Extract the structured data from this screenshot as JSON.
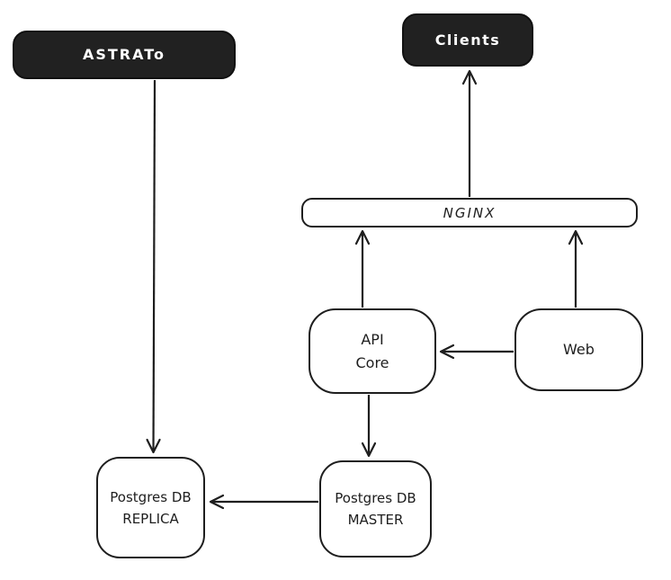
{
  "diagram": {
    "background_color": "#ffffff",
    "stroke_color": "#1e1e1e",
    "dark_node_fill": "#212121",
    "dark_node_text_color": "#ffffff",
    "nodes": {
      "astrato": {
        "label": "ASTRATo"
      },
      "clients": {
        "label": "Clients"
      },
      "nginx": {
        "label": "NGINX"
      },
      "api_core": {
        "label": "API\nCore"
      },
      "web": {
        "label": "Web"
      },
      "pg_replica": {
        "label": "Postgres DB\nREPLICA"
      },
      "pg_master": {
        "label": "Postgres DB\nMASTER"
      }
    },
    "edges": [
      {
        "from": "ASTRATo",
        "to": "Postgres DB REPLICA"
      },
      {
        "from": "NGINX",
        "to": "Clients"
      },
      {
        "from": "API Core",
        "to": "NGINX"
      },
      {
        "from": "Web",
        "to": "NGINX"
      },
      {
        "from": "Web",
        "to": "API Core"
      },
      {
        "from": "API Core",
        "to": "Postgres DB MASTER"
      },
      {
        "from": "Postgres DB MASTER",
        "to": "Postgres DB REPLICA"
      }
    ]
  }
}
